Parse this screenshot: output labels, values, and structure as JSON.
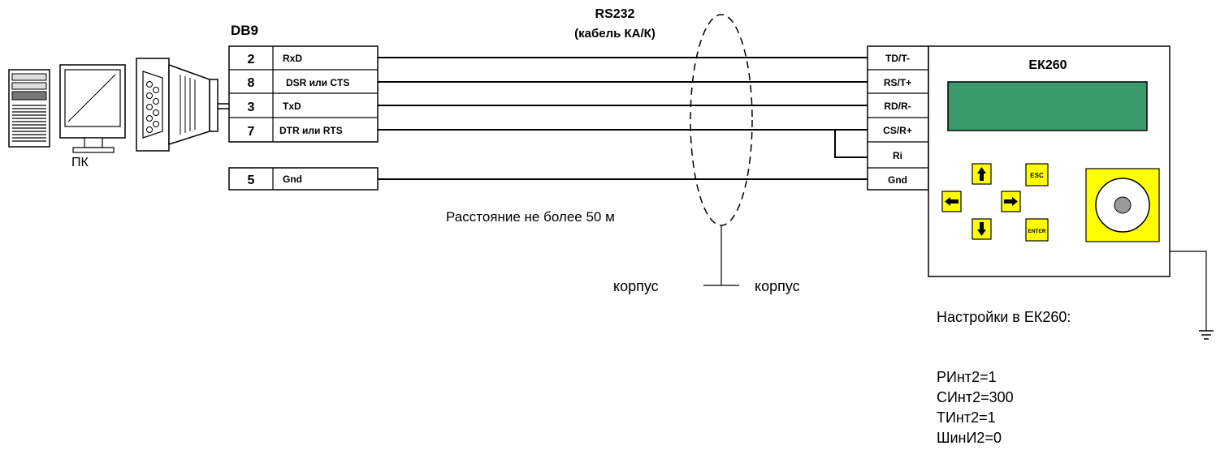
{
  "connector": {
    "title": "DB9",
    "pins": [
      {
        "num": "2",
        "signal": "RxD"
      },
      {
        "num": "8",
        "signal": "DSR или CTS"
      },
      {
        "num": "3",
        "signal": "TxD"
      },
      {
        "num": "7",
        "signal": "DTR или RTS"
      },
      {
        "num": "5",
        "signal": "Gnd"
      }
    ]
  },
  "pc_label": "ПК",
  "cable": {
    "line1": "RS232",
    "line2": "(кабель КА/К)",
    "distance": "Расстояние не более 50 м",
    "ground_left": "корпус",
    "ground_right": "корпус"
  },
  "device": {
    "title": "ЕК260",
    "terminals": [
      "TD/T-",
      "RS/T+",
      "RD/R-",
      "CS/R+",
      "Ri",
      "Gnd"
    ],
    "keys": {
      "esc": "ESC",
      "enter": "ENTER"
    },
    "colors": {
      "display": "#3a9a6a",
      "keys": "#ffff00"
    }
  },
  "settings": {
    "title": "Настройки в ЕК260:",
    "lines": [
      "РИнт2=1",
      "СИнт2=300",
      "ТИнт2=1",
      "ШинИ2=0"
    ]
  }
}
